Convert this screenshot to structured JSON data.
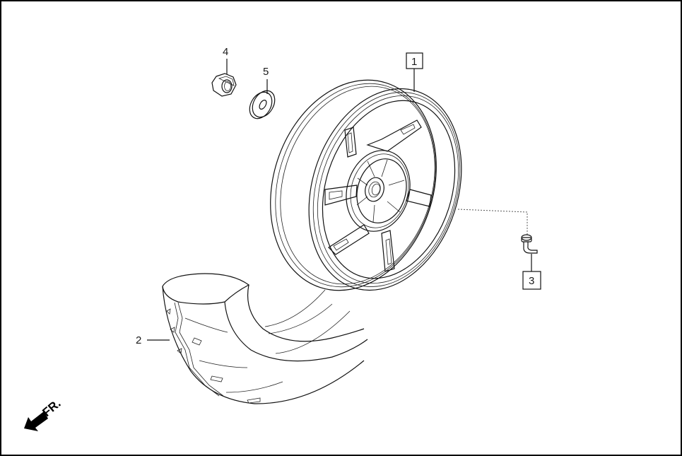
{
  "diagram": {
    "type": "exploded-parts-view",
    "subject": "rear wheel assembly",
    "border_color": "#000000",
    "line_color": "#111111",
    "background": "#ffffff"
  },
  "callouts": [
    {
      "number": "1",
      "part": "wheel-rim",
      "boxed": true
    },
    {
      "number": "2",
      "part": "tire",
      "boxed": false
    },
    {
      "number": "3",
      "part": "valve-stem",
      "boxed": true
    },
    {
      "number": "4",
      "part": "hex-nut",
      "boxed": false
    },
    {
      "number": "5",
      "part": "washer",
      "boxed": false
    }
  ],
  "direction_indicator": {
    "label": "FR.",
    "icon": "arrow-down-left-icon"
  }
}
